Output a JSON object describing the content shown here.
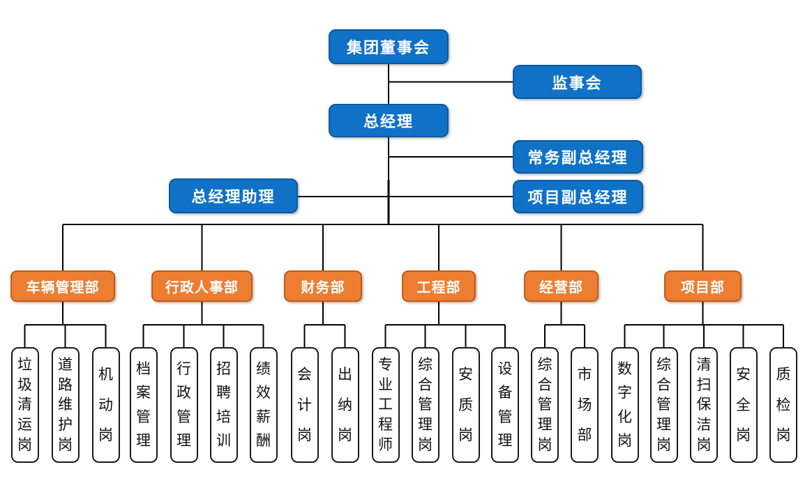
{
  "org": {
    "executives": [
      {
        "id": "board",
        "label": "集团董事会"
      },
      {
        "id": "supervisory-board",
        "label": "监事会"
      },
      {
        "id": "general-manager",
        "label": "总经理"
      },
      {
        "id": "executive-deputy-gm",
        "label": "常务副总经理"
      },
      {
        "id": "gm-assistant",
        "label": "总经理助理"
      },
      {
        "id": "project-deputy-gm",
        "label": "项目副总经理"
      }
    ],
    "departments": [
      {
        "id": "vehicle-management",
        "label": "车辆管理部",
        "children": [
          "垃圾清运岗",
          "道路维护岗",
          "机动岗"
        ]
      },
      {
        "id": "admin-hr",
        "label": "行政人事部",
        "children": [
          "档案管理",
          "行政管理",
          "招聘培训",
          "绩效薪酬"
        ]
      },
      {
        "id": "finance",
        "label": "财务部",
        "children": [
          "会计岗",
          "出纳岗"
        ]
      },
      {
        "id": "engineering",
        "label": "工程部",
        "children": [
          "专业工程师",
          "综合管理岗",
          "安质岗",
          "设备管理"
        ]
      },
      {
        "id": "operations",
        "label": "经营部",
        "children": [
          "综合管理岗",
          "市场部"
        ]
      },
      {
        "id": "project",
        "label": "项目部",
        "children": [
          "数字化岗",
          "综合管理岗",
          "清扫保洁岗",
          "安全岗",
          "质检岗"
        ]
      }
    ]
  },
  "colors": {
    "executive_fill": "#0F72C6",
    "executive_border": "#0A59A0",
    "department_fill": "#ED7D31",
    "department_border": "#C45911",
    "position_fill": "#FFFFFF",
    "position_border": "#1A1A1A",
    "connector_line": "#000000",
    "text_light": "#FFFFFF",
    "text_dark": "#111111"
  }
}
